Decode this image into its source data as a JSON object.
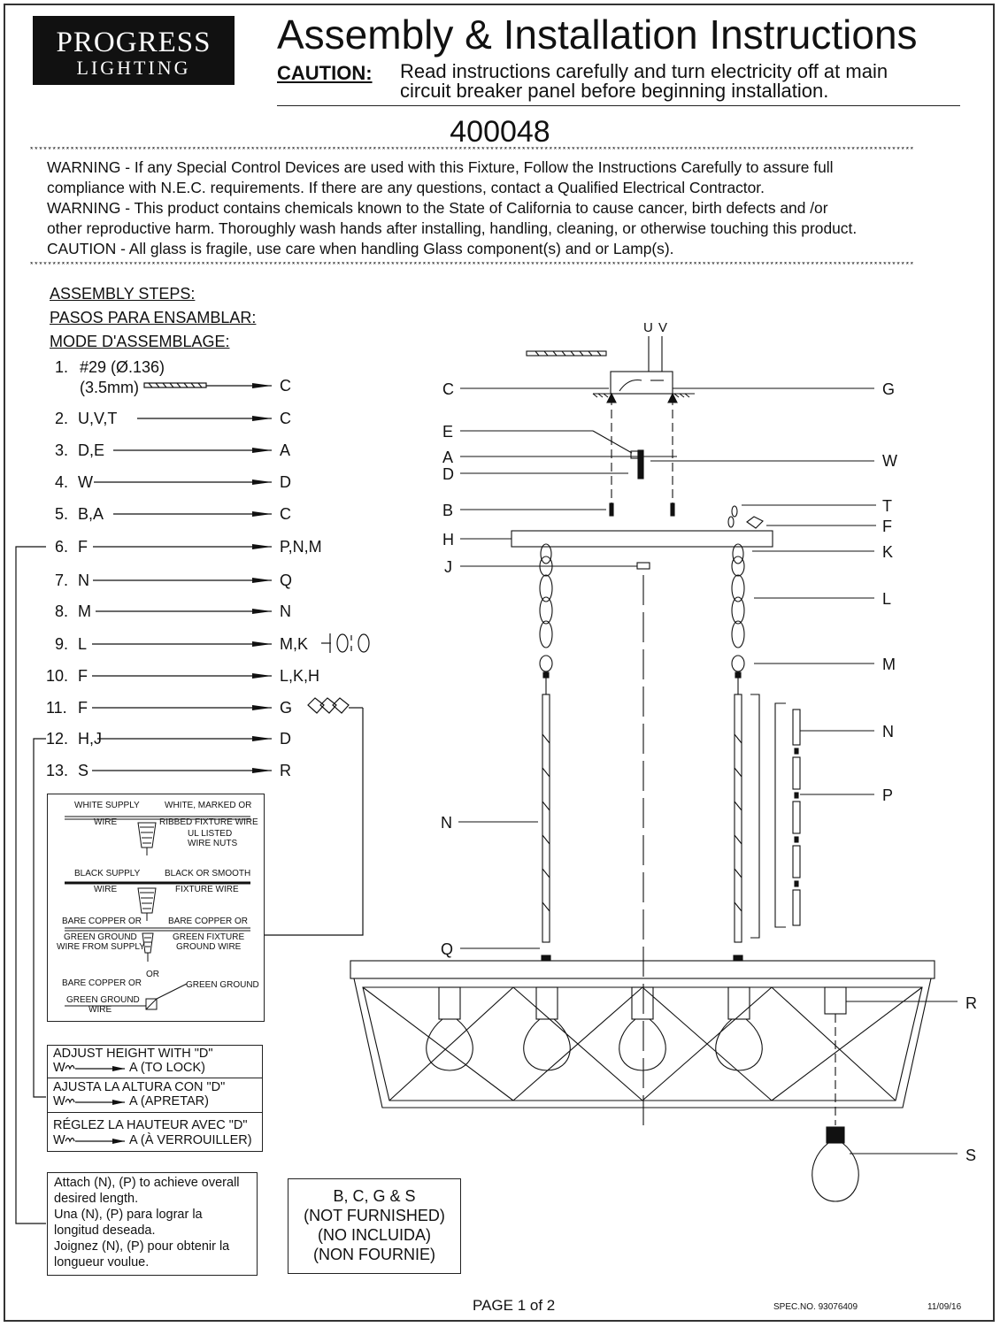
{
  "logo": {
    "line1": "PROGRESS",
    "line2": "LIGHTING"
  },
  "title": "Assembly & Installation Instructions",
  "caution": {
    "label": "CAUTION:",
    "line1": "Read instructions carefully and turn electricity off at main",
    "line2": "circuit breaker panel before beginning installation."
  },
  "model_number": "400048",
  "stars": "****************************************************************************************************************************************************************************************************",
  "warnings": [
    "WARNING - If any Special Control Devices are used with this Fixture, Follow the Instructions Carefully to assure full",
    "compliance with N.E.C. requirements. If there are any questions, contact a Qualified Electrical Contractor.",
    "WARNING -  This product contains chemicals known to the State of California to cause cancer, birth defects and /or",
    "other reproductive harm.  Thoroughly wash hands after installing, handling, cleaning, or otherwise touching this product.",
    "CAUTION - All glass is fragile, use care when handling Glass component(s) and or Lamp(s)."
  ],
  "assembly_headings": [
    "ASSEMBLY STEPS:",
    "PASOS PARA ENSAMBLAR:",
    "MODE D'ASSEMBLAGE:"
  ],
  "steps": [
    {
      "num": "1.",
      "from": "#29 (Ø.136)",
      "from2": "(3.5mm)",
      "to": "C"
    },
    {
      "num": "2.",
      "from": "U,V,T",
      "to": "C"
    },
    {
      "num": "3.",
      "from": "D,E",
      "to": "A"
    },
    {
      "num": "4.",
      "from": "W",
      "to": "D"
    },
    {
      "num": "5.",
      "from": "B,A",
      "to": "C"
    },
    {
      "num": "6.",
      "from": "F",
      "to": "P,N,M"
    },
    {
      "num": "7.",
      "from": "N",
      "to": "Q"
    },
    {
      "num": "8.",
      "from": "M",
      "to": "N"
    },
    {
      "num": "9.",
      "from": "L",
      "to": "M,K"
    },
    {
      "num": "10.",
      "from": "F",
      "to": "L,K,H"
    },
    {
      "num": "11.",
      "from": "F",
      "to": "G"
    },
    {
      "num": "12.",
      "from": "H,J",
      "to": "D"
    },
    {
      "num": "13.",
      "from": "S",
      "to": "R"
    }
  ],
  "wiring": {
    "white_supply": "WHITE SUPPLY",
    "wire": "WIRE",
    "white_marked": "WHITE, MARKED OR",
    "ribbed": "RIBBED FIXTURE WIRE",
    "ul_listed": "UL LISTED",
    "wire_nuts": "WIRE NUTS",
    "black_supply": "BLACK SUPPLY",
    "black_smooth": "BLACK OR SMOOTH",
    "fixture_wire": "FIXTURE WIRE",
    "bare_copper": "BARE COPPER OR",
    "green_ground_supply1": "GREEN GROUND",
    "green_ground_supply2": "WIRE FROM SUPPLY",
    "green_fixture1": "GREEN FIXTURE",
    "green_fixture2": "GROUND WIRE",
    "or": "OR",
    "green_ground": "GREEN GROUND",
    "green_ground_wire1": "GREEN GROUND",
    "green_ground_wire2": "WIRE"
  },
  "adjust": [
    {
      "title": "ADJUST HEIGHT WITH \"D\"",
      "w": "W",
      "a": "A (TO LOCK)"
    },
    {
      "title": "AJUSTA LA ALTURA CON \"D\"",
      "w": "W",
      "a": "A (APRETAR)"
    },
    {
      "title": "RÉGLEZ LA HAUTEUR AVEC \"D\"",
      "w": "W",
      "a": "A (À VERROUILLER)"
    }
  ],
  "attach_note": [
    "Attach (N), (P)  to achieve  overall",
    "desired length.",
    "Una  (N), (P) para lograr la",
    "longitud deseada.",
    "Joignez (N), (P)  pour obtenir la",
    "longueur voulue."
  ],
  "not_furnished": [
    "B, C, G & S",
    "(NOT FURNISHED)",
    "(NO INCLUIDA)",
    "(NON FOURNIE)"
  ],
  "diagram_labels": {
    "U": "U",
    "V": "V",
    "C": "C",
    "G": "G",
    "E": "E",
    "A": "A",
    "D": "D",
    "W": "W",
    "B": "B",
    "T": "T",
    "F": "F",
    "H": "H",
    "K": "K",
    "J": "J",
    "L": "L",
    "M": "M",
    "N": "N",
    "P": "P",
    "Q": "Q",
    "R": "R",
    "S": "S"
  },
  "footer": {
    "page": "PAGE  1  of  2",
    "spec": "SPEC.NO.  93076409",
    "date": "11/09/16"
  }
}
